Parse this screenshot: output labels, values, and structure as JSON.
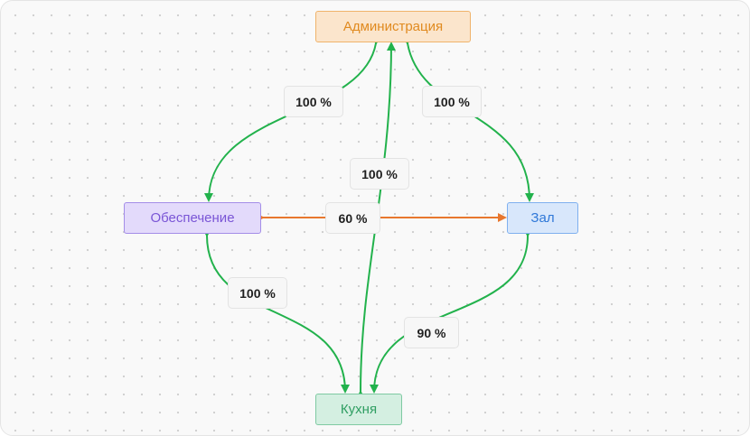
{
  "nodes": {
    "admin": "Администрация",
    "supply": "Обеспечение",
    "hall": "Зал",
    "kitchen": "Кухня"
  },
  "edges": [
    {
      "from": "admin",
      "to": "supply",
      "label": "100 %",
      "color": "#22b24c"
    },
    {
      "from": "admin",
      "to": "hall",
      "label": "100 %",
      "color": "#22b24c"
    },
    {
      "from": "kitchen",
      "to": "admin",
      "label": "100 %",
      "color": "#22b24c"
    },
    {
      "from": "supply",
      "to": "hall",
      "label": "60 %",
      "color": "#e8772e",
      "bidirectional": true
    },
    {
      "from": "supply",
      "to": "kitchen",
      "label": "100 %",
      "color": "#22b24c"
    },
    {
      "from": "hall",
      "to": "kitchen",
      "label": "90 %",
      "color": "#22b24c"
    }
  ],
  "colors": {
    "edge_green": "#22b24c",
    "edge_orange": "#e8772e"
  }
}
